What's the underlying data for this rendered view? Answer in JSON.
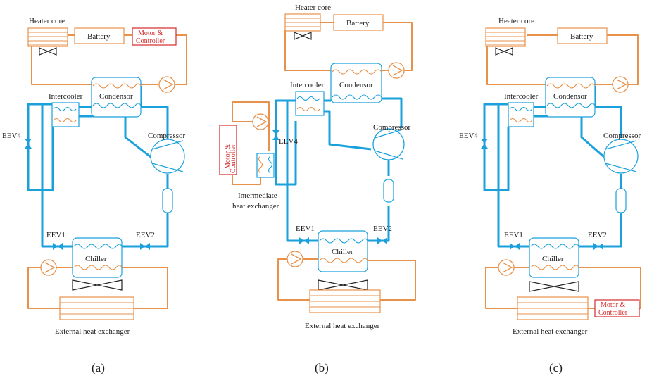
{
  "labels": {
    "heater_core": "Heater core",
    "battery": "Battery",
    "motor_line1": "Motor &",
    "motor_line2": "Controller",
    "intercooler": "Intercooler",
    "condensor": "Condensor",
    "compressor": "Compressor",
    "eev1": "EEV1",
    "eev2": "EEV2",
    "eev4": "EEV4",
    "chiller": "Chiller",
    "external_hx": "External heat exchanger",
    "intermediate_line1": "Intermediate",
    "intermediate_line2": "heat exchanger"
  },
  "panels": [
    {
      "caption": "(a)",
      "motor_position": "heater-loop"
    },
    {
      "caption": "(b)",
      "motor_position": "intermediate-loop"
    },
    {
      "caption": "(c)",
      "motor_position": "external-loop"
    }
  ],
  "colors": {
    "refrigerant_line": "#1aa1dc",
    "coolant_line": "#e8914a",
    "motor_box": "#d42a2a"
  }
}
